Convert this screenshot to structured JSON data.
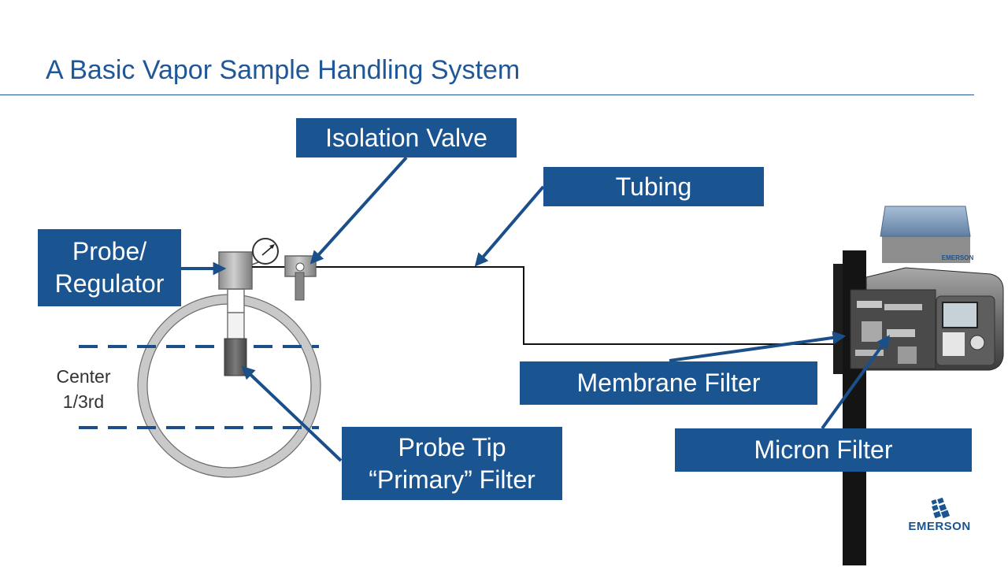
{
  "slide": {
    "title": "A Basic Vapor Sample Handling System"
  },
  "labels": {
    "isolation_valve": "Isolation Valve",
    "tubing": "Tubing",
    "probe_regulator_line1": "Probe/",
    "probe_regulator_line2": "Regulator",
    "membrane_filter": "Membrane Filter",
    "micron_filter": "Micron Filter",
    "probe_tip_line1": "Probe Tip",
    "probe_tip_line2": "“Primary” Filter"
  },
  "center_marker": {
    "line1": "Center",
    "line2": "1/3rd"
  },
  "analyzer_display": {
    "brand": "EMERSON"
  },
  "logo": {
    "text": "EMERSON"
  },
  "colors": {
    "label_fill": "#1a5591",
    "title": "#1f5797",
    "arrow": "#1a4f8a"
  }
}
